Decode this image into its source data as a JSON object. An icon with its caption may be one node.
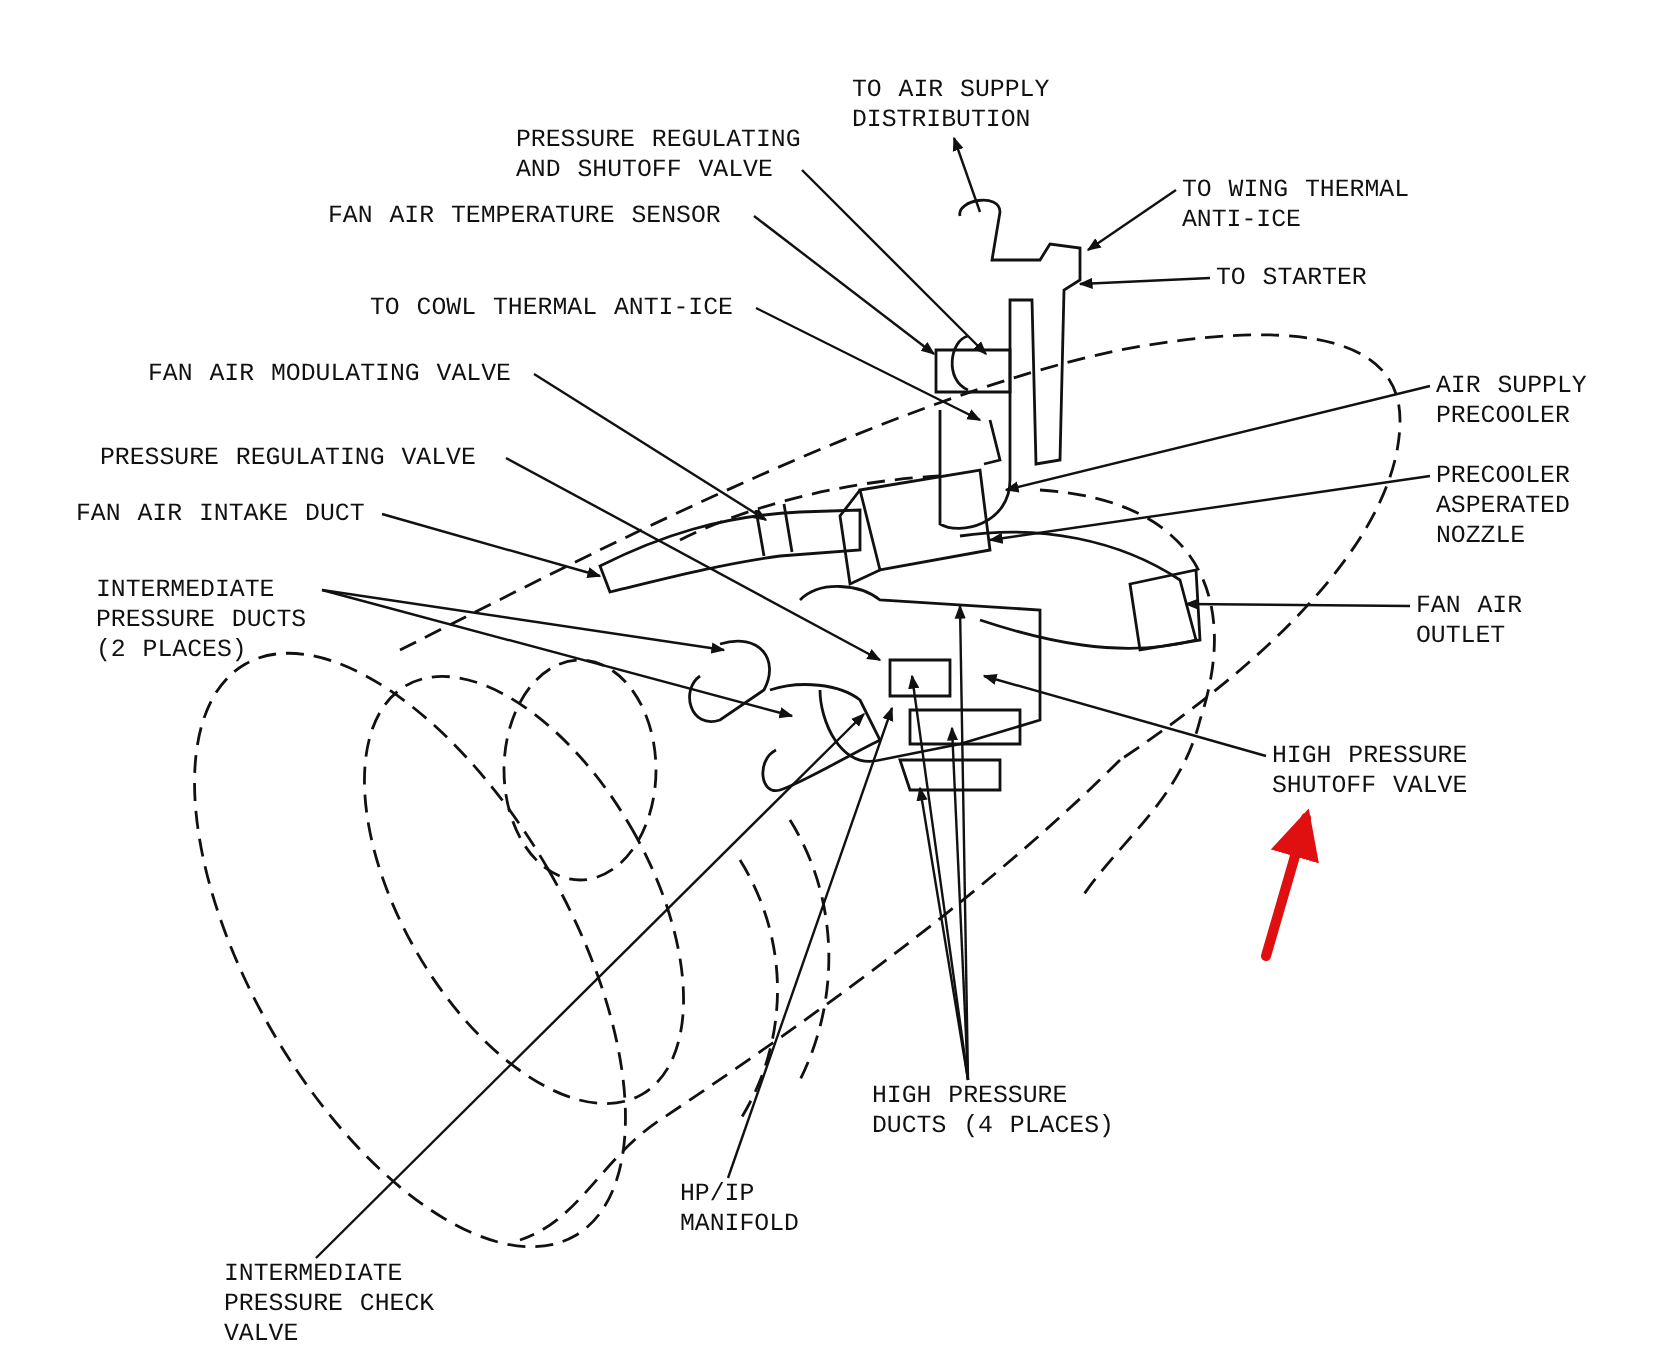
{
  "diagram": {
    "nodes": [
      {
        "text": [
          "TO AIR SUPPLY DISTRIBUTION"
        ]
      },
      {
        "text": [
          "PRESSURE REGULATING AND SHUTOFF VALVE"
        ]
      },
      {
        "text": [
          "TO WING THERMAL ANTI-ICE"
        ]
      },
      {
        "text": [
          "FAN AIR TEMPERATURE SENSOR"
        ]
      },
      {
        "text": [
          "TO STARTER"
        ]
      },
      {
        "text": [
          "TO COWL THERMAL ANTI-ICE"
        ]
      },
      {
        "text": [
          "FAN AIR MODULATING VALVE"
        ]
      },
      {
        "text": [
          "AIR SUPPLY PRECOOLER"
        ]
      },
      {
        "text": [
          "PRESSURE REGULATING VALVE"
        ]
      },
      {
        "text": [
          "PRECOOLER ASPERATED NOZZLE"
        ]
      },
      {
        "text": [
          "FAN AIR INTAKE DUCT"
        ]
      },
      {
        "text": [
          "INTERMEDIATE PRESSURE DUCTS (2 PLACES)"
        ]
      },
      {
        "text": [
          "FAN AIR OUTLET"
        ]
      },
      {
        "text": [
          "HIGH PRESSURE SHUTOFF VALVE"
        ]
      },
      {
        "text": [
          "HIGH PRESSURE DUCTS (4 PLACES)"
        ]
      },
      {
        "text": [
          "HP/IP MANIFOLD"
        ]
      },
      {
        "text": [
          "INTERMEDIATE PRESSURE CHECK VALVE"
        ]
      }
    ],
    "edges": [
      {
        "from": null,
        "to": 0,
        "arrow": "to"
      },
      {
        "from": 1,
        "to": null,
        "arrow": "to"
      },
      {
        "from": 2,
        "to": null,
        "arrow": "to"
      },
      {
        "from": 3,
        "to": null,
        "arrow": "to"
      },
      {
        "from": 4,
        "to": null,
        "arrow": "to"
      },
      {
        "from": 5,
        "to": null,
        "arrow": "to"
      },
      {
        "from": 6,
        "to": null,
        "arrow": "to"
      },
      {
        "from": 7,
        "to": null,
        "arrow": "to"
      },
      {
        "from": 8,
        "to": null,
        "arrow": "to"
      },
      {
        "from": 9,
        "to": null,
        "arrow": "to"
      },
      {
        "from": 10,
        "to": null,
        "arrow": "to"
      },
      {
        "from": 11,
        "to": null,
        "arrow": "to"
      },
      {
        "from": 11,
        "to": null,
        "arrow": "to"
      },
      {
        "from": 12,
        "to": null,
        "arrow": "to"
      },
      {
        "from": 13,
        "to": null,
        "arrow": "to"
      },
      {
        "from": 14,
        "to": null,
        "arrow": "to"
      },
      {
        "from": 14,
        "to": null,
        "arrow": "to"
      },
      {
        "from": 14,
        "to": null,
        "arrow": "to"
      },
      {
        "from": 14,
        "to": null,
        "arrow": "to"
      },
      {
        "from": 15,
        "to": null,
        "arrow": "to"
      },
      {
        "from": 16,
        "to": null,
        "arrow": "to"
      },
      {
        "from": null,
        "to": 13,
        "arrow": "to",
        "style": "thick",
        "color": "#e01010"
      }
    ]
  }
}
